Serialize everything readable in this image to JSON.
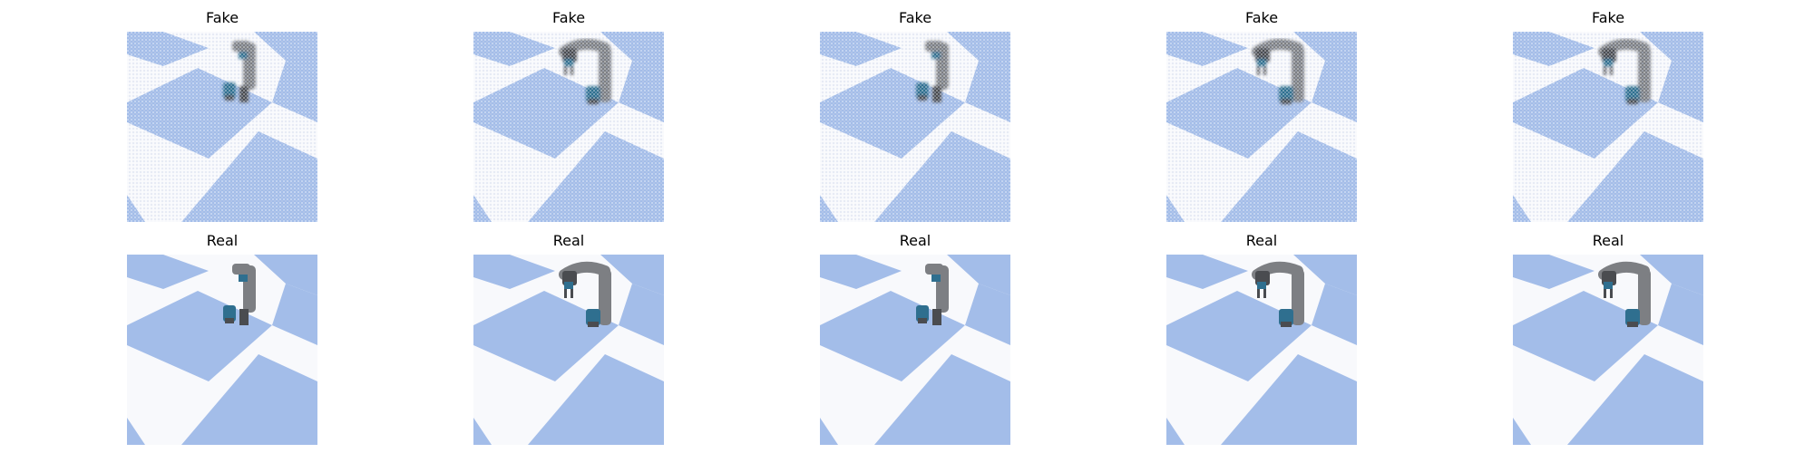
{
  "figure": {
    "rows": [
      {
        "row": "generated",
        "panels": [
          {
            "title": "Fake",
            "pose": "upright"
          },
          {
            "title": "Fake",
            "pose": "arched"
          },
          {
            "title": "Fake",
            "pose": "upright"
          },
          {
            "title": "Fake",
            "pose": "arched"
          },
          {
            "title": "Fake",
            "pose": "arched"
          }
        ]
      },
      {
        "row": "ground-truth",
        "panels": [
          {
            "title": "Real",
            "pose": "upright"
          },
          {
            "title": "Real",
            "pose": "arched"
          },
          {
            "title": "Real",
            "pose": "upright"
          },
          {
            "title": "Real",
            "pose": "arched"
          },
          {
            "title": "Real",
            "pose": "arched"
          }
        ]
      }
    ],
    "colors": {
      "floor_blue": "#a3bde9",
      "floor_white": "#f8f9fc",
      "robot_gray": "#7d7f83",
      "robot_dark": "#4a4c50",
      "gripper_teal": "#2f6f8f"
    }
  }
}
